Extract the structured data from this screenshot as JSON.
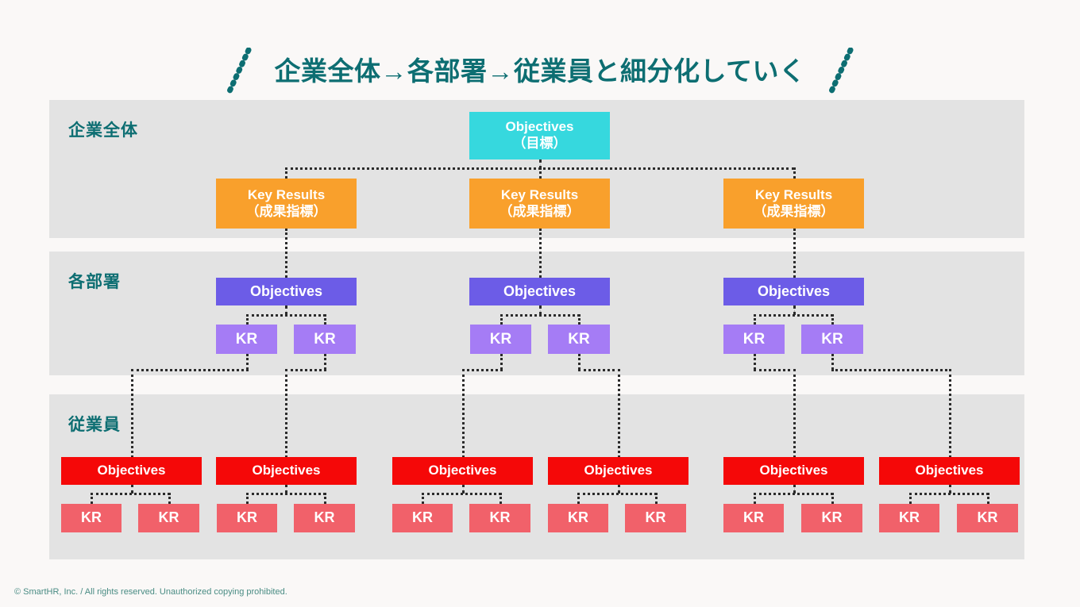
{
  "slide": {
    "title": "企業全体→各部署→従業員と細分化していく",
    "footer": "© SmartHR, Inc. / All rights reserved. Unauthorized copying prohibited.",
    "background_color": "#FAF8F7",
    "title_color": "#0D6E72",
    "band_color": "#E3E3E3",
    "connector_color": "#2B2B2B"
  },
  "bands": [
    {
      "id": "company",
      "label": "企業全体"
    },
    {
      "id": "dept",
      "label": "各部署"
    },
    {
      "id": "employee",
      "label": "従業員"
    }
  ],
  "chart_data": {
    "type": "diagram",
    "title": "企業全体→各部署→従業員と細分化していく",
    "levels": [
      {
        "level": 1,
        "label": "企業全体",
        "nodes": [
          {
            "kind": "objective",
            "line1": "Objectives",
            "line2": "（目標）",
            "color": "#36D8DE"
          },
          {
            "kind": "key-result",
            "line1": "Key Results",
            "line2": "（成果指標）",
            "color": "#F9A02C"
          },
          {
            "kind": "key-result",
            "line1": "Key Results",
            "line2": "（成果指標）",
            "color": "#F9A02C"
          },
          {
            "kind": "key-result",
            "line1": "Key Results",
            "line2": "（成果指標）",
            "color": "#F9A02C"
          }
        ]
      },
      {
        "level": 2,
        "label": "各部署",
        "nodes": [
          {
            "kind": "objective",
            "line1": "Objectives",
            "color": "#6C5CE7"
          },
          {
            "kind": "objective",
            "line1": "Objectives",
            "color": "#6C5CE7"
          },
          {
            "kind": "objective",
            "line1": "Objectives",
            "color": "#6C5CE7"
          },
          {
            "kind": "key-result",
            "line1": "KR",
            "color": "#A57CF5"
          },
          {
            "kind": "key-result",
            "line1": "KR",
            "color": "#A57CF5"
          },
          {
            "kind": "key-result",
            "line1": "KR",
            "color": "#A57CF5"
          },
          {
            "kind": "key-result",
            "line1": "KR",
            "color": "#A57CF5"
          },
          {
            "kind": "key-result",
            "line1": "KR",
            "color": "#A57CF5"
          },
          {
            "kind": "key-result",
            "line1": "KR",
            "color": "#A57CF5"
          }
        ]
      },
      {
        "level": 3,
        "label": "従業員",
        "nodes": [
          {
            "kind": "objective",
            "line1": "Objectives",
            "color": "#F50808"
          },
          {
            "kind": "objective",
            "line1": "Objectives",
            "color": "#F50808"
          },
          {
            "kind": "objective",
            "line1": "Objectives",
            "color": "#F50808"
          },
          {
            "kind": "objective",
            "line1": "Objectives",
            "color": "#F50808"
          },
          {
            "kind": "objective",
            "line1": "Objectives",
            "color": "#F50808"
          },
          {
            "kind": "objective",
            "line1": "Objectives",
            "color": "#F50808"
          },
          {
            "kind": "key-result",
            "line1": "KR",
            "color": "#F1616A"
          },
          {
            "kind": "key-result",
            "line1": "KR",
            "color": "#F1616A"
          },
          {
            "kind": "key-result",
            "line1": "KR",
            "color": "#F1616A"
          },
          {
            "kind": "key-result",
            "line1": "KR",
            "color": "#F1616A"
          },
          {
            "kind": "key-result",
            "line1": "KR",
            "color": "#F1616A"
          },
          {
            "kind": "key-result",
            "line1": "KR",
            "color": "#F1616A"
          },
          {
            "kind": "key-result",
            "line1": "KR",
            "color": "#F1616A"
          },
          {
            "kind": "key-result",
            "line1": "KR",
            "color": "#F1616A"
          },
          {
            "kind": "key-result",
            "line1": "KR",
            "color": "#F1616A"
          },
          {
            "kind": "key-result",
            "line1": "KR",
            "color": "#F1616A"
          },
          {
            "kind": "key-result",
            "line1": "KR",
            "color": "#F1616A"
          },
          {
            "kind": "key-result",
            "line1": "KR",
            "color": "#F1616A"
          }
        ]
      }
    ]
  },
  "nodes": {
    "company_objective": {
      "line1": "Objectives",
      "line2": "（目標）"
    },
    "company_kr_1": {
      "line1": "Key Results",
      "line2": "（成果指標）"
    },
    "company_kr_2": {
      "line1": "Key Results",
      "line2": "（成果指標）"
    },
    "company_kr_3": {
      "line1": "Key Results",
      "line2": "（成果指標）"
    },
    "dept_obj_1": {
      "line1": "Objectives"
    },
    "dept_obj_2": {
      "line1": "Objectives"
    },
    "dept_obj_3": {
      "line1": "Objectives"
    },
    "dept_kr_1a": {
      "line1": "KR"
    },
    "dept_kr_1b": {
      "line1": "KR"
    },
    "dept_kr_2a": {
      "line1": "KR"
    },
    "dept_kr_2b": {
      "line1": "KR"
    },
    "dept_kr_3a": {
      "line1": "KR"
    },
    "dept_kr_3b": {
      "line1": "KR"
    },
    "emp_obj_1": {
      "line1": "Objectives"
    },
    "emp_obj_2": {
      "line1": "Objectives"
    },
    "emp_obj_3": {
      "line1": "Objectives"
    },
    "emp_obj_4": {
      "line1": "Objectives"
    },
    "emp_obj_5": {
      "line1": "Objectives"
    },
    "emp_obj_6": {
      "line1": "Objectives"
    },
    "emp_kr_1a": {
      "line1": "KR"
    },
    "emp_kr_1b": {
      "line1": "KR"
    },
    "emp_kr_2a": {
      "line1": "KR"
    },
    "emp_kr_2b": {
      "line1": "KR"
    },
    "emp_kr_3a": {
      "line1": "KR"
    },
    "emp_kr_3b": {
      "line1": "KR"
    },
    "emp_kr_4a": {
      "line1": "KR"
    },
    "emp_kr_4b": {
      "line1": "KR"
    },
    "emp_kr_5a": {
      "line1": "KR"
    },
    "emp_kr_5b": {
      "line1": "KR"
    },
    "emp_kr_6a": {
      "line1": "KR"
    },
    "emp_kr_6b": {
      "line1": "KR"
    }
  }
}
